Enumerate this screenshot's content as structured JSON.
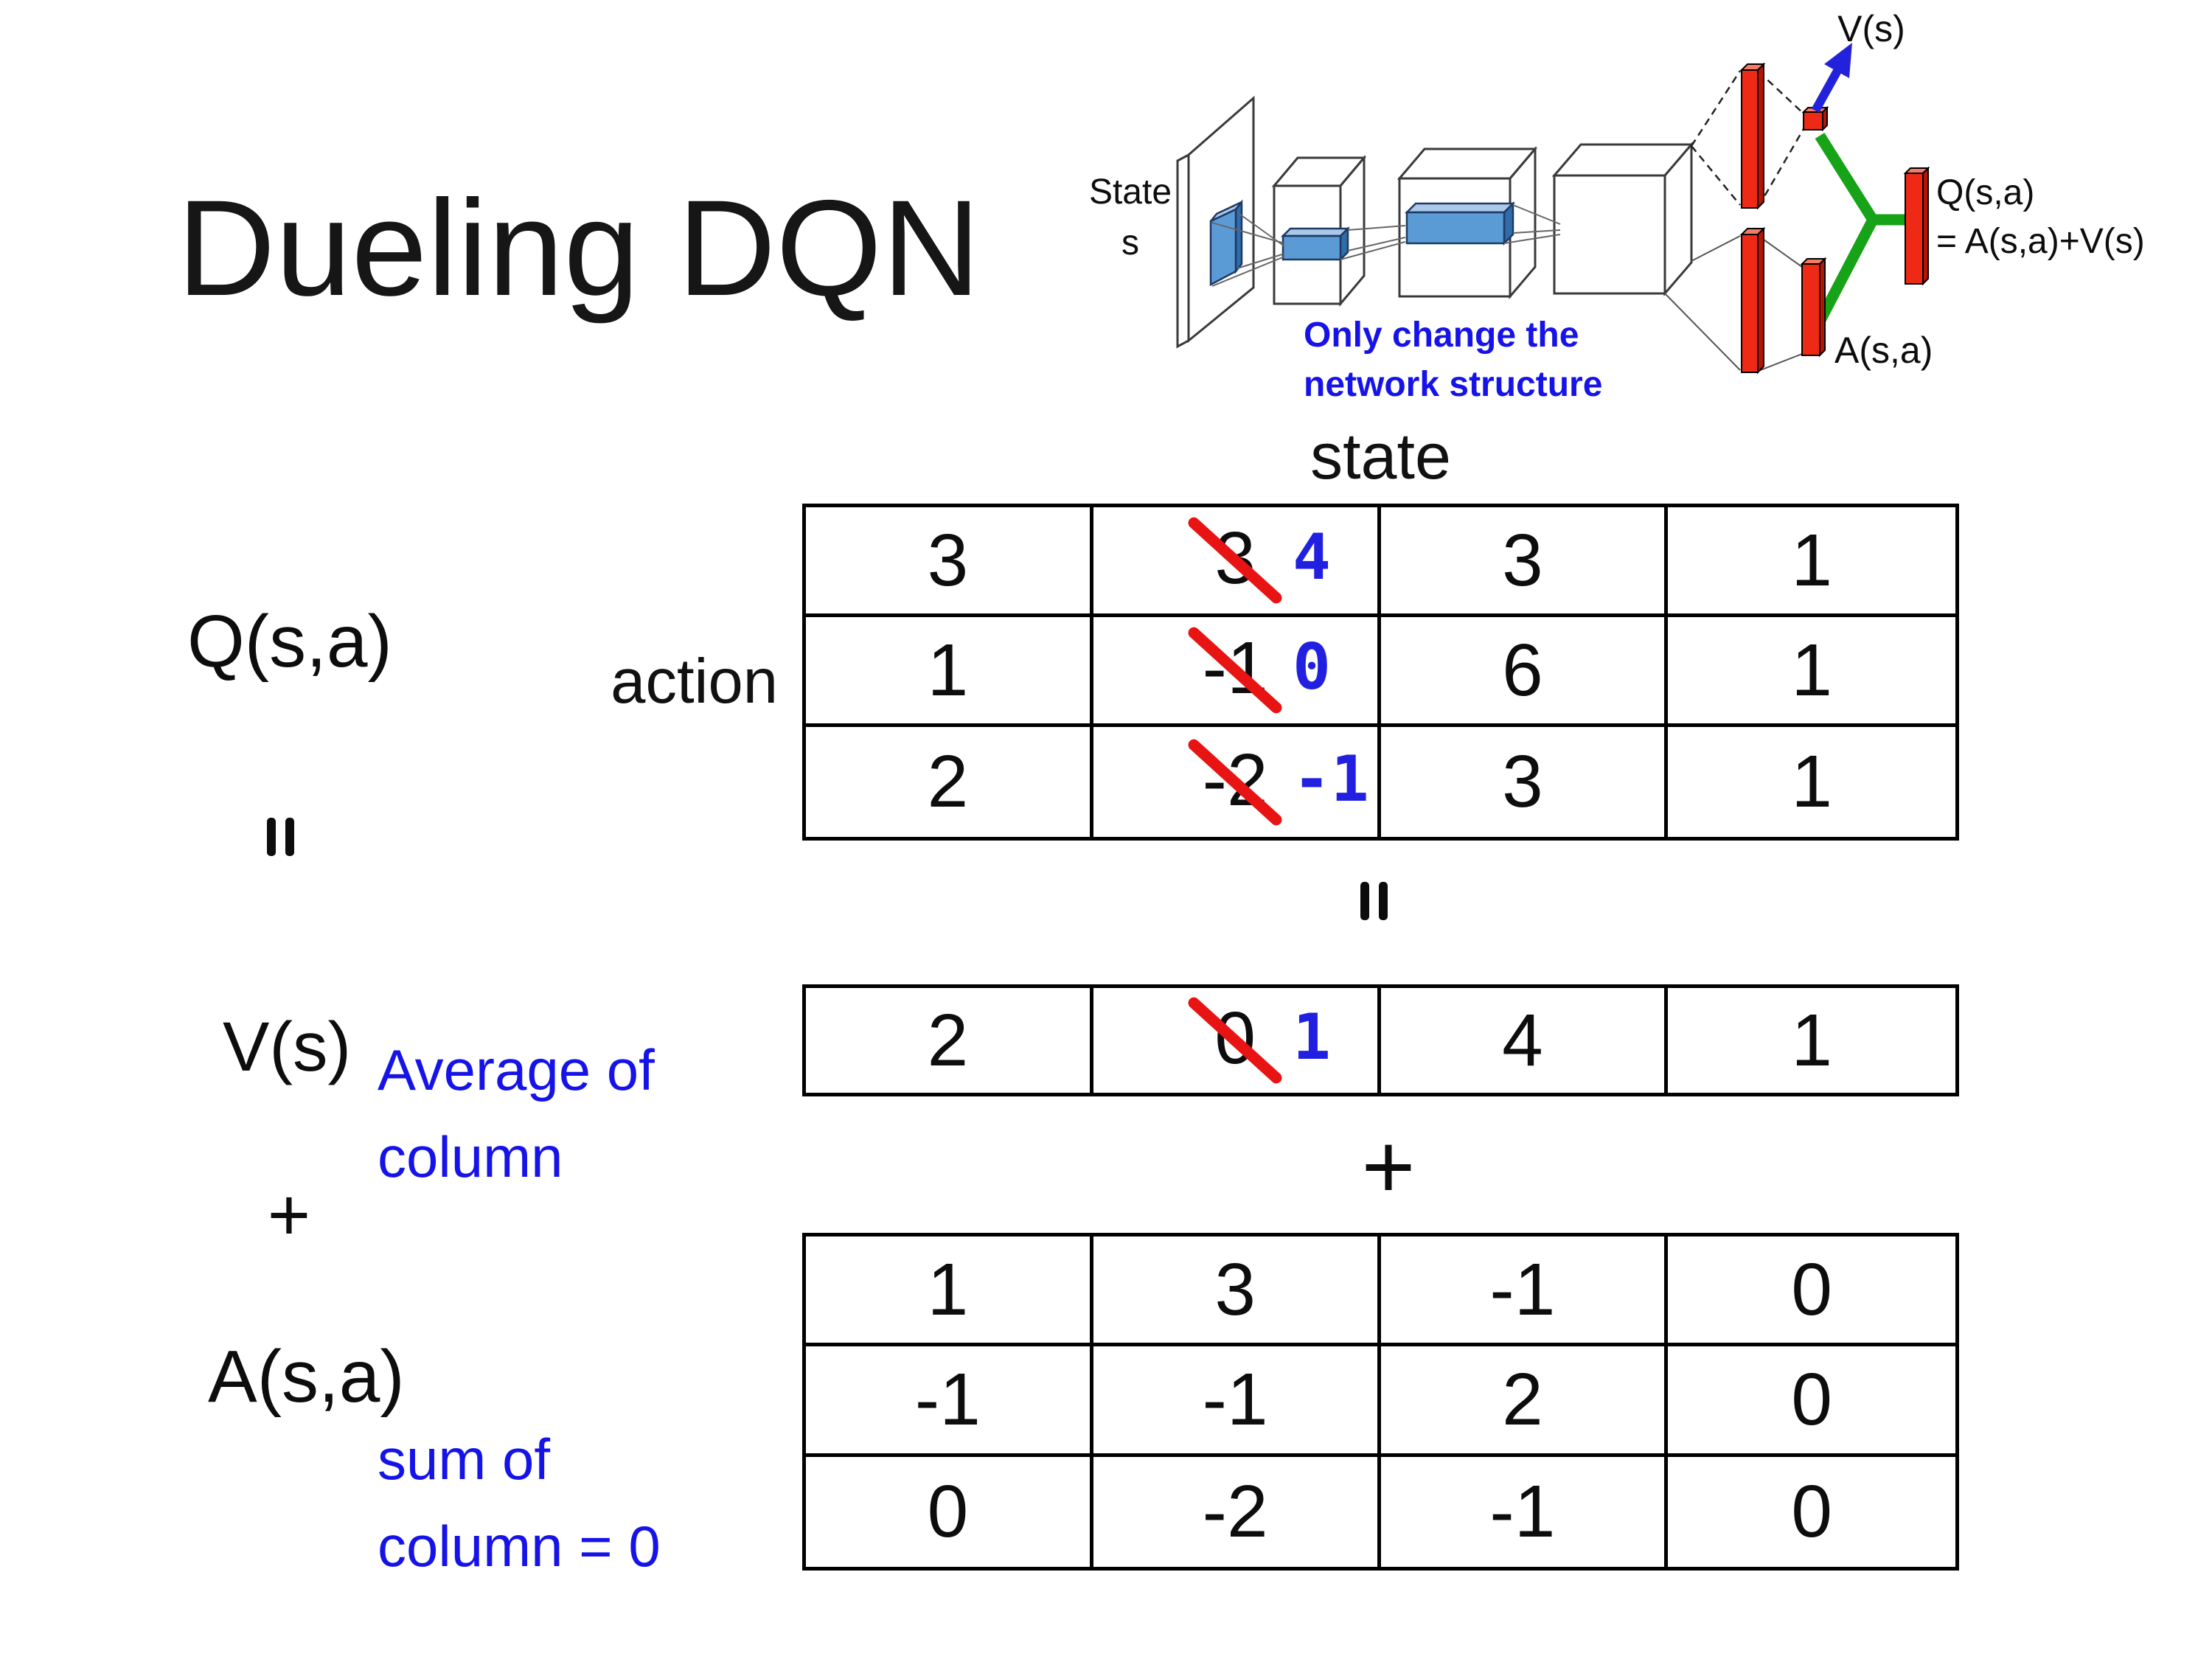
{
  "title": "Dueling DQN",
  "colors": {
    "text_black": "#0d0d0d",
    "annotation_blue": "#1613E8",
    "new_value_blue": "#2220E0",
    "strike_red": "#E81414",
    "bar_red": "#EE2A17",
    "branch_green": "#17A317",
    "arrow_blue": "#2222DC",
    "filter_blue": "#5B9BD5"
  },
  "diagram": {
    "state_line1": "State",
    "state_line2": "s",
    "annotation_line1": "Only change the",
    "annotation_line2": "network structure",
    "v_out_label": "V(s)",
    "a_out_label": "A(s,a)",
    "q_out_line1": "Q(s,a)",
    "q_out_line2": "= A(s,a)+V(s)"
  },
  "equation": {
    "q_label": "Q(s,a)",
    "equals": "=",
    "v_label": "V(s)",
    "plus": "+",
    "a_label": "A(s,a)",
    "v_annotation": "Average of\ncolumn",
    "a_annotation": "sum of\ncolumn = 0",
    "state_axis": "state",
    "action_axis": "action"
  },
  "q_table": {
    "rows": [
      [
        {
          "value": "3"
        },
        {
          "old": "3",
          "new": "4"
        },
        {
          "value": "3"
        },
        {
          "value": "1"
        }
      ],
      [
        {
          "value": "1"
        },
        {
          "old": "-1",
          "new": "0"
        },
        {
          "value": "6"
        },
        {
          "value": "1"
        }
      ],
      [
        {
          "value": "2"
        },
        {
          "old": "-2",
          "new": "-1"
        },
        {
          "value": "3"
        },
        {
          "value": "1"
        }
      ]
    ]
  },
  "v_table": {
    "cells": [
      {
        "value": "2"
      },
      {
        "old": "0",
        "new": "1"
      },
      {
        "value": "4"
      },
      {
        "value": "1"
      }
    ]
  },
  "a_table": {
    "rows": [
      [
        {
          "value": "1"
        },
        {
          "value": "3"
        },
        {
          "value": "-1"
        },
        {
          "value": "0"
        }
      ],
      [
        {
          "value": "-1"
        },
        {
          "value": "-1"
        },
        {
          "value": "2"
        },
        {
          "value": "0"
        }
      ],
      [
        {
          "value": "0"
        },
        {
          "value": "-2"
        },
        {
          "value": "-1"
        },
        {
          "value": "0"
        }
      ]
    ]
  }
}
